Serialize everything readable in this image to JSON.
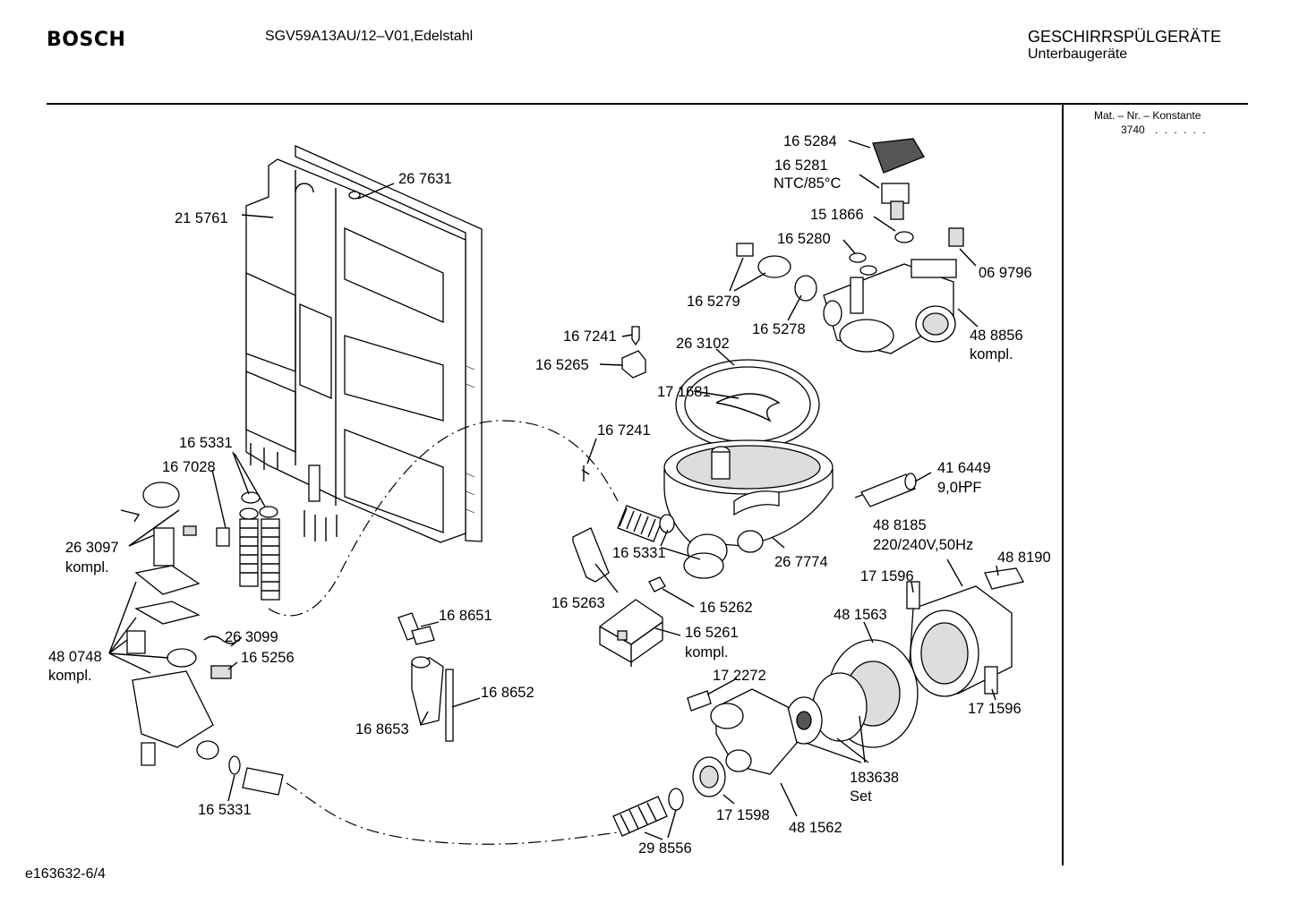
{
  "header": {
    "brand": "BOSCH",
    "model": "SGV59A13AU/12–V01,Edelstahl",
    "category": "GESCHIRRSPÜLGERÄTE",
    "subcategory": "Unterbaugeräte"
  },
  "side_panel": {
    "material_label": "Mat. – Nr. – Konstante",
    "material_value": "3740",
    "material_dots": ". .   . . . ."
  },
  "footer": {
    "code": "e163632-6/4"
  },
  "labels": [
    "26 7631",
    "21 5761",
    "16 5284",
    "16 5281",
    "NTC/85°C",
    "15 1866",
    "16 5280",
    "06 9796",
    "16 5279",
    "16 5278",
    "48 8856",
    "kompl.",
    "16 7241",
    "26 3102",
    "16 5265",
    "17 1681",
    "16 5331",
    "16 7028",
    "16 7241",
    "41 6449",
    "9,0㏋F",
    "26 3097",
    "kompl.",
    "16 5331",
    "26 7774",
    "48 8185",
    "220/240V,50Hz",
    "17 1596",
    "48 8190",
    "16 5263",
    "16 5262",
    "48 1563",
    "16 8651",
    "16 5261",
    "kompl.",
    "26 3099",
    "48 0748",
    "kompl.",
    "16 5256",
    "17 2272",
    "16 8652",
    "16 8653",
    "17 1596",
    "183638",
    "Set",
    "16 5331",
    "17 1598",
    "48 1562",
    "29 8556"
  ]
}
